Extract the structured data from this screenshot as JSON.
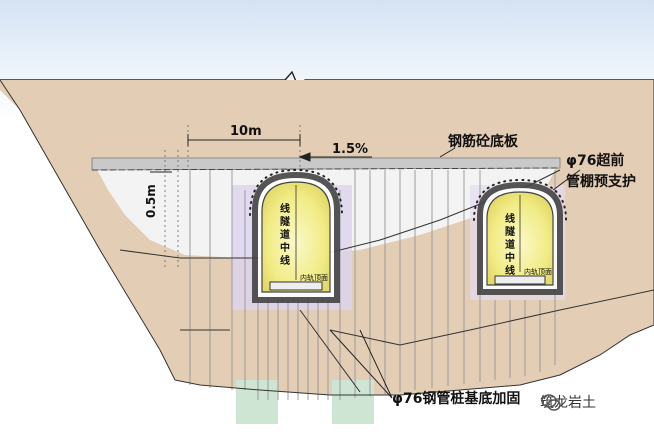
{
  "diagram": {
    "labels": {
      "dimension_width": "10m",
      "slope": "1.5%",
      "depth": "0.5m",
      "slab": "钢筋砼底板",
      "pre_support": "φ76超前\n管棚预支护",
      "tunnel_centerline_left": "线\n隧\n道\n中\n线",
      "tunnel_centerline_right": "线\n隧\n道\n中\n线",
      "rail_top_left": "内轨顶面",
      "rail_top_right": "内轨顶面",
      "pile_reinforcement": "φ76钢管桩基底加固"
    },
    "watermark": "筑龙岩土",
    "colors": {
      "sky_top": "#dbe8f6",
      "soil": "#d9c1a6",
      "fill": "#f4f4f4",
      "tunnel_glow": "#f6f2a0",
      "pile_lines": "#9e9e9e",
      "lavender": "#d8cfe8",
      "green": "#cfe3d1"
    }
  }
}
